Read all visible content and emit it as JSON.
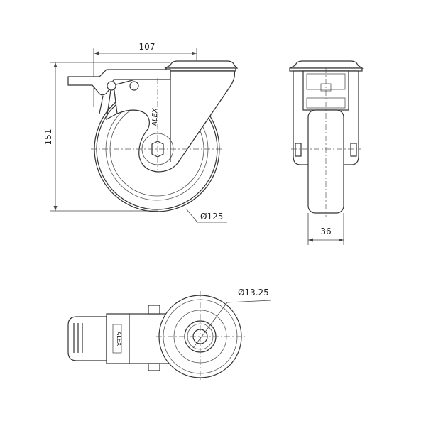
{
  "dimensions": {
    "width": "107",
    "height": "151",
    "wheel_diameter": "Ø125",
    "wheel_width": "36",
    "bore_diameter": "Ø13.25"
  },
  "logo_text": "ALEX"
}
